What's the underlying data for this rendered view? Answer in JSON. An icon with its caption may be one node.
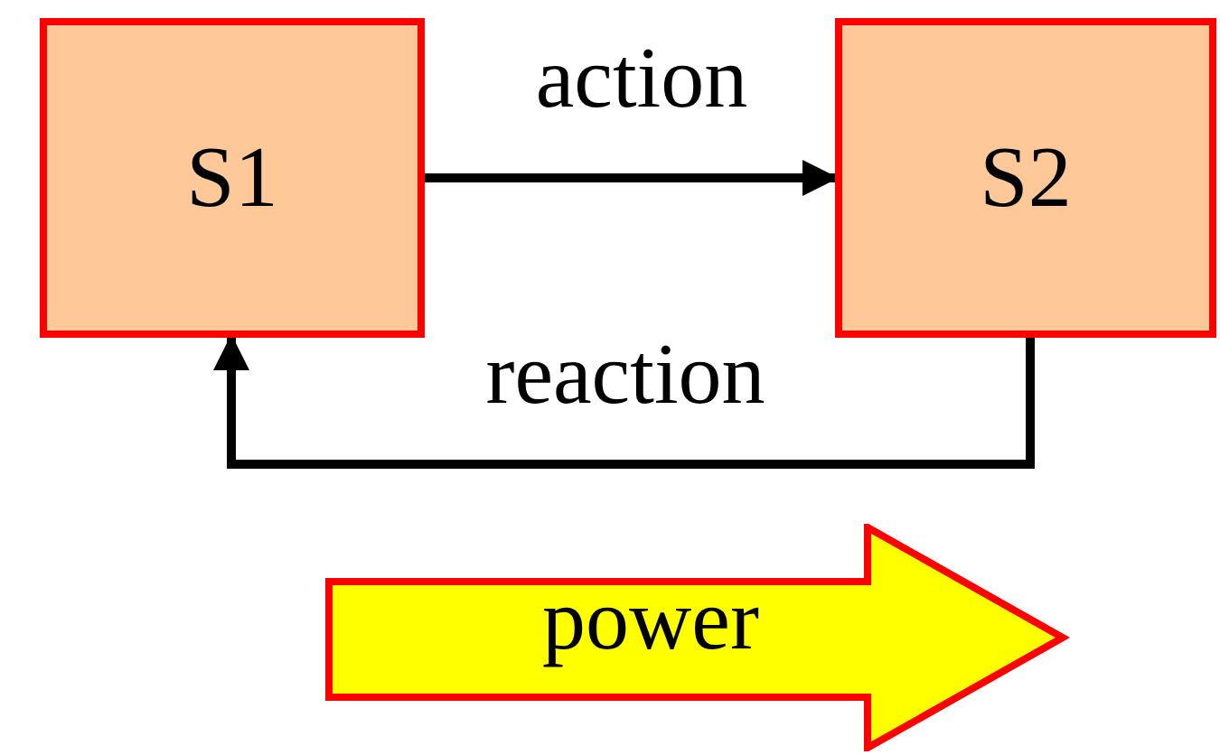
{
  "diagram": {
    "nodes": [
      {
        "text": [
          "S1"
        ]
      },
      {
        "text": [
          "S2"
        ]
      },
      {
        "text": [
          "power"
        ]
      }
    ],
    "edges": [
      {
        "from": 0,
        "to": 1,
        "arrow": "to",
        "label": "action"
      },
      {
        "from": 1,
        "to": 0,
        "arrow": "to",
        "label": "reaction"
      }
    ]
  }
}
